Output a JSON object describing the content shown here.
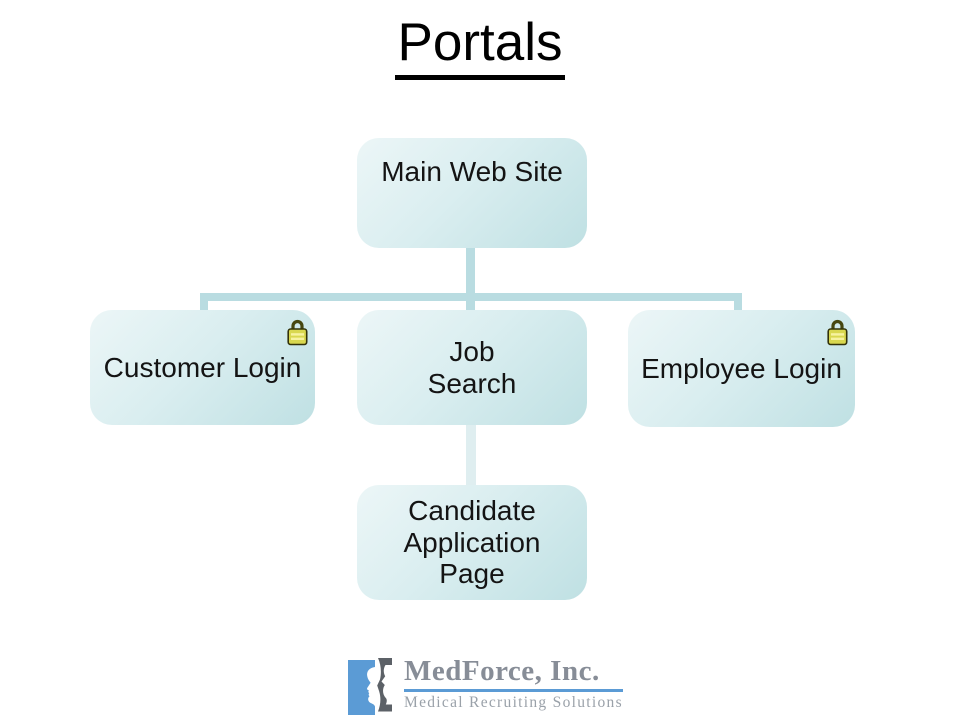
{
  "slide_title": "Portals",
  "diagram": {
    "root": {
      "label": "Main Web Site"
    },
    "children": [
      {
        "label": "Customer Login",
        "lock_icon": "padlock"
      },
      {
        "label": "Job\nSearch"
      },
      {
        "label": "Employee Login",
        "lock_icon": "padlock"
      }
    ],
    "leaf": {
      "label": "Candidate\nApplication\nPage"
    }
  },
  "logo": {
    "company": "MedForce, Inc.",
    "tagline": "Medical Recruiting Solutions"
  },
  "colors": {
    "box_gradient_top": "#ecf6f7",
    "box_gradient_bottom": "#bfe0e3",
    "connector": "#b9dce1",
    "connector_light": "#dfeef0",
    "lock_body": "#d9d84f",
    "lock_stripe": "#f7f3a0",
    "lock_outline": "#46460f",
    "logo_blue": "#5b9bd5",
    "logo_gray": "#5c6167",
    "company_text": "#878d97",
    "tagline_text": "#9aa1a9"
  }
}
